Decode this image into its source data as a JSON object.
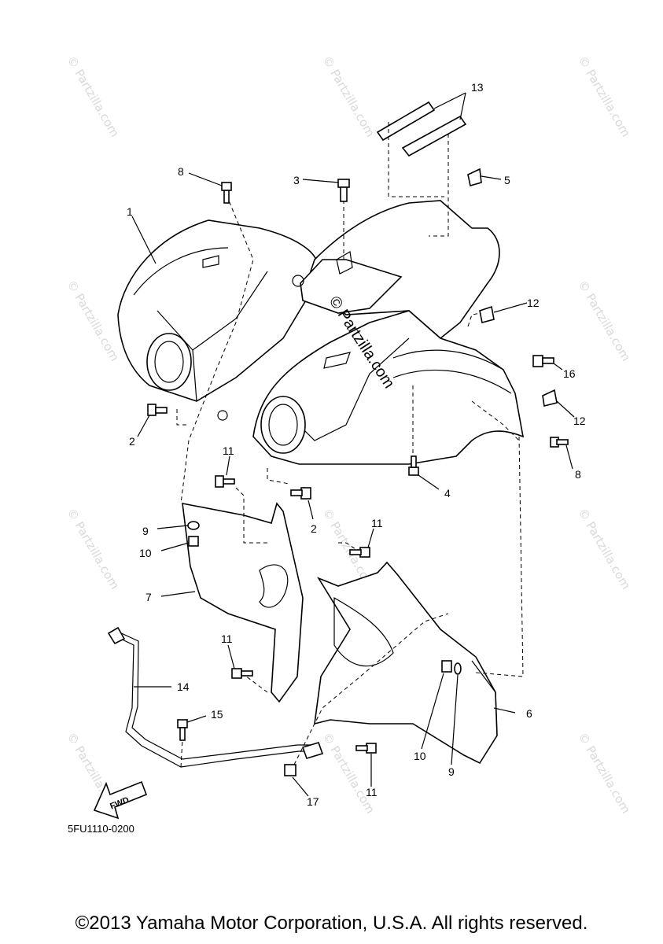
{
  "callouts": [
    {
      "number": "1"
    },
    {
      "number": "2"
    },
    {
      "number": "2"
    },
    {
      "number": "3"
    },
    {
      "number": "4"
    },
    {
      "number": "5"
    },
    {
      "number": "6"
    },
    {
      "number": "7"
    },
    {
      "number": "8"
    },
    {
      "number": "8"
    },
    {
      "number": "9"
    },
    {
      "number": "9"
    },
    {
      "number": "10"
    },
    {
      "number": "10"
    },
    {
      "number": "11"
    },
    {
      "number": "11"
    },
    {
      "number": "11"
    },
    {
      "number": "11"
    },
    {
      "number": "12"
    },
    {
      "number": "12"
    },
    {
      "number": "13"
    },
    {
      "number": "14"
    },
    {
      "number": "15"
    },
    {
      "number": "16"
    },
    {
      "number": "17"
    }
  ],
  "fwd_label": "FWD",
  "watermark": "© Partzilla.com",
  "center_watermark": "© Partzilla.com",
  "part_code": "5FU1110-0200",
  "copyright": "©2013 Yamaha Motor Corporation, U.S.A. All rights reserved."
}
